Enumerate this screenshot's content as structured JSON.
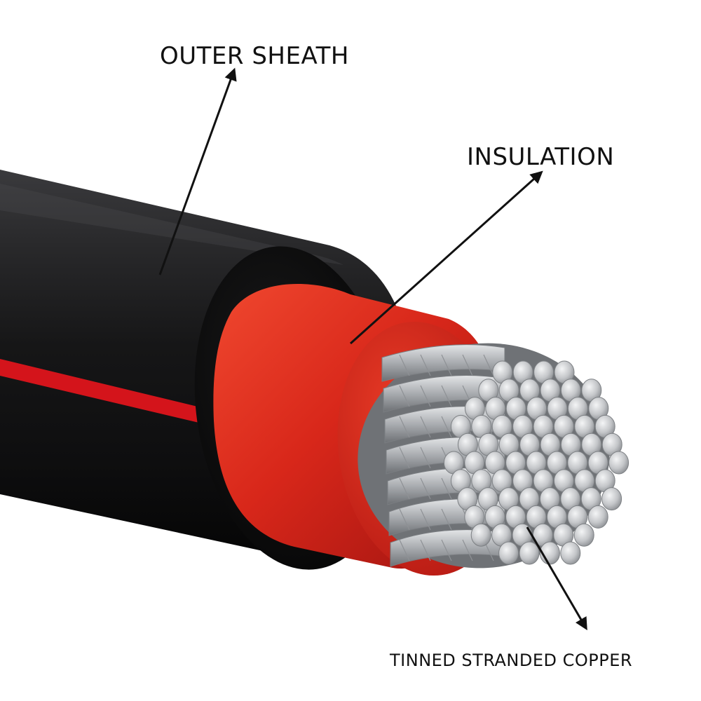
{
  "labels": {
    "outer_sheath": "OUTER SHEATH",
    "insulation": "INSULATION",
    "conductor": "TINNED STRANDED COPPER"
  },
  "colors": {
    "sheath": "#1c1c1e",
    "stripe": "#d4141b",
    "insulation": "#d92a1c",
    "copper_tinned": "#c9cbce",
    "arrow": "#111111"
  },
  "icons": [
    "cable-cross-section-illustration",
    "arrow-icon"
  ]
}
